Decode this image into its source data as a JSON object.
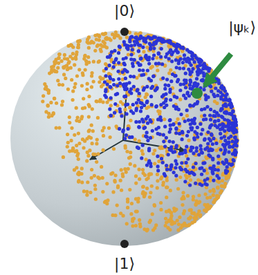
{
  "diagram": {
    "labels": [
      "|0⟩",
      "|ψₖ⟩",
      "|1⟩"
    ]
  }
}
